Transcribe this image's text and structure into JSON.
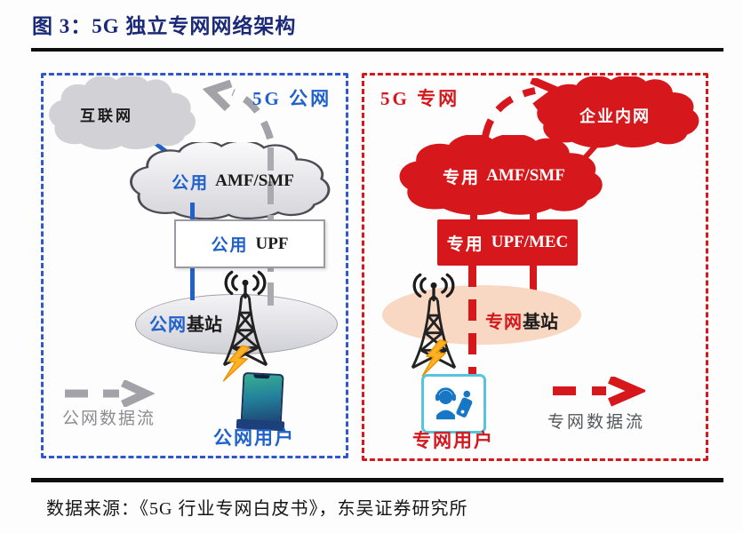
{
  "header": {
    "title": "图 3：5G 独立专网网络架构"
  },
  "panels": {
    "public": {
      "name": "5G 公网",
      "internet_cloud": "互联网",
      "core_cloud": {
        "prefix": "公用",
        "suffix": "AMF/SMF"
      },
      "upf_box": {
        "prefix": "公用",
        "suffix": "UPF"
      },
      "base_station": {
        "prefix": "公网",
        "suffix": "基站"
      },
      "user": "公网用户",
      "data_flow": "公网数据流"
    },
    "private": {
      "name": "5G 专网",
      "intranet_cloud": "企业内网",
      "core_cloud": {
        "prefix": "专用",
        "suffix": "AMF/SMF"
      },
      "upf_box": {
        "prefix": "专用",
        "suffix": "UPF/MEC"
      },
      "base_station": {
        "prefix": "专网",
        "suffix": "基站"
      },
      "user": "专网用户",
      "data_flow": "专网数据流"
    }
  },
  "footer": {
    "source": "数据来源：《5G 行业专网白皮书》，东吴证券研究所"
  },
  "colors": {
    "title-navy": "#1b2a78",
    "blue-accent": "#2061cb",
    "blue-border": "#3056cd",
    "red-accent": "#d6171b",
    "gray-flow": "#a2a2a8",
    "cloud-gray": "#d2d2d6",
    "ellipse-pink": "#f8d8c2",
    "cyan-border": "#55c5dd",
    "user-blue": "#1777c4",
    "lightning-yellow": "#ffb224",
    "title-rule-black": "#0e0e0e"
  }
}
